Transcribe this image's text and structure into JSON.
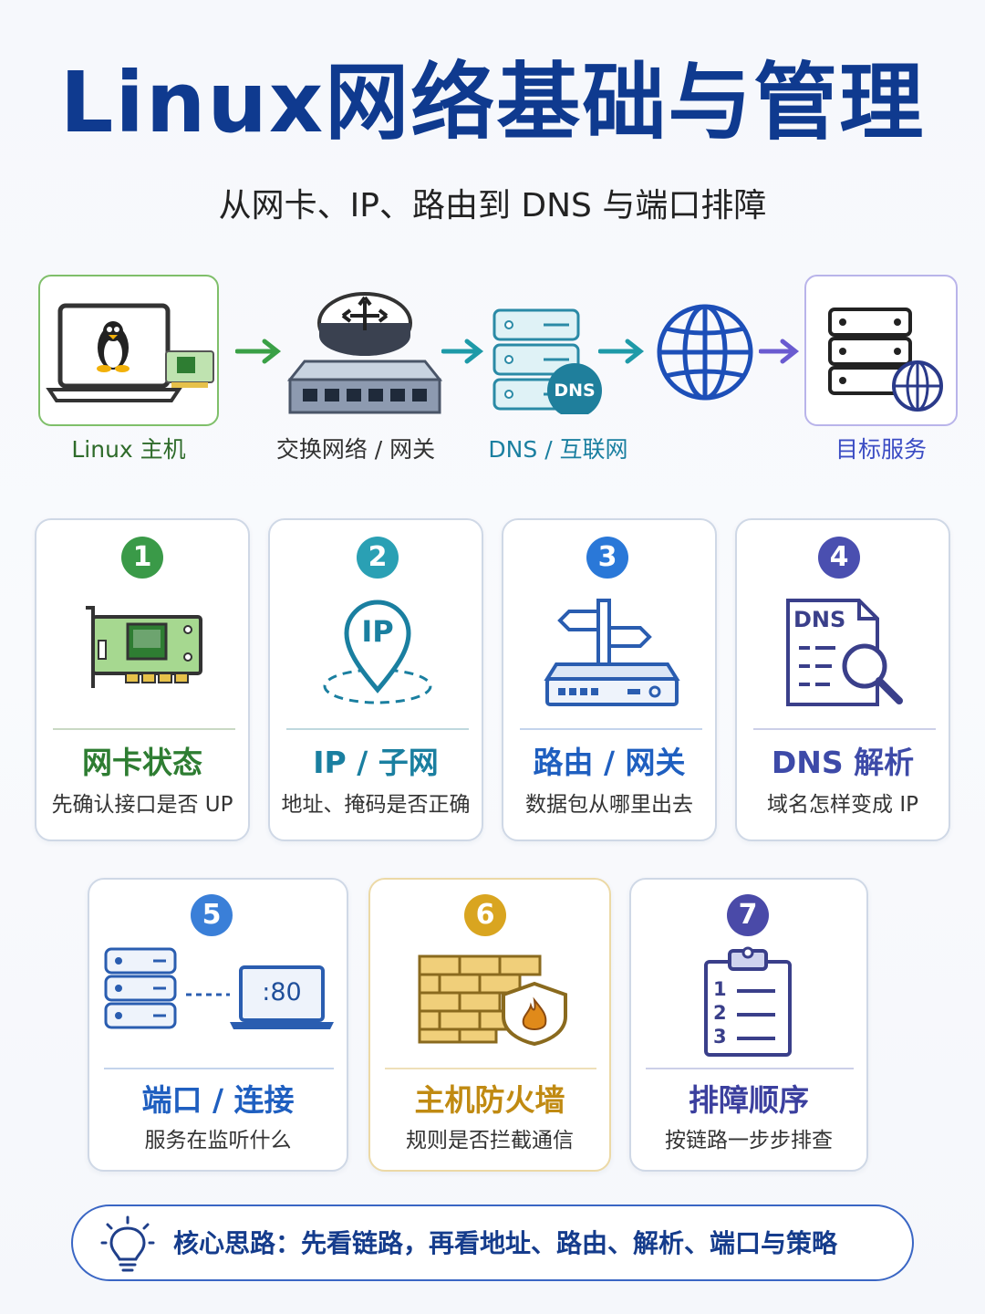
{
  "header": {
    "title": "Linux网络基础与管理",
    "subtitle": "从网卡、IP、路由到 DNS 与端口排障"
  },
  "flow": {
    "nodes": [
      {
        "label": "Linux 主机",
        "color": "#2e7d32"
      },
      {
        "label": "交换网络 / 网关",
        "color": "#333333"
      },
      {
        "label": "DNS / 互联网",
        "color": "#1a7fa0"
      },
      {
        "label": "目标服务",
        "color": "#3b4cc4"
      }
    ],
    "dns_tag": "DNS"
  },
  "cards": [
    {
      "num": "1",
      "title": "网卡状态",
      "desc": "先确认接口是否 UP",
      "color": "#2e8b3a",
      "icon": "network-card-icon"
    },
    {
      "num": "2",
      "title": "IP / 子网",
      "desc": "地址、掩码是否正确",
      "color": "#1f8aa0",
      "icon": "ip-pin-icon"
    },
    {
      "num": "3",
      "title": "路由 / 网关",
      "desc": "数据包从哪里出去",
      "color": "#1f6fd0",
      "icon": "route-signpost-icon"
    },
    {
      "num": "4",
      "title": "DNS 解析",
      "desc": "域名怎样变成 IP",
      "color": "#3d4aa8",
      "icon": "dns-search-icon"
    },
    {
      "num": "5",
      "title": "端口 / 连接",
      "desc": "服务在监听什么",
      "color": "#2c6fc9",
      "icon": "port-connection-icon"
    },
    {
      "num": "6",
      "title": "主机防火墙",
      "desc": "规则是否拦截通信",
      "color": "#c99a1e",
      "icon": "firewall-icon"
    },
    {
      "num": "7",
      "title": "排障顺序",
      "desc": "按链路一步步排查",
      "color": "#3b3f9e",
      "icon": "checklist-icon"
    }
  ],
  "icon_text": {
    "ip": "IP",
    "dns": "DNS",
    "port": ":80",
    "steps": [
      "1",
      "2",
      "3"
    ]
  },
  "tip": {
    "text": "核心思路：先看链路，再看地址、路由、解析、端口与策略"
  }
}
